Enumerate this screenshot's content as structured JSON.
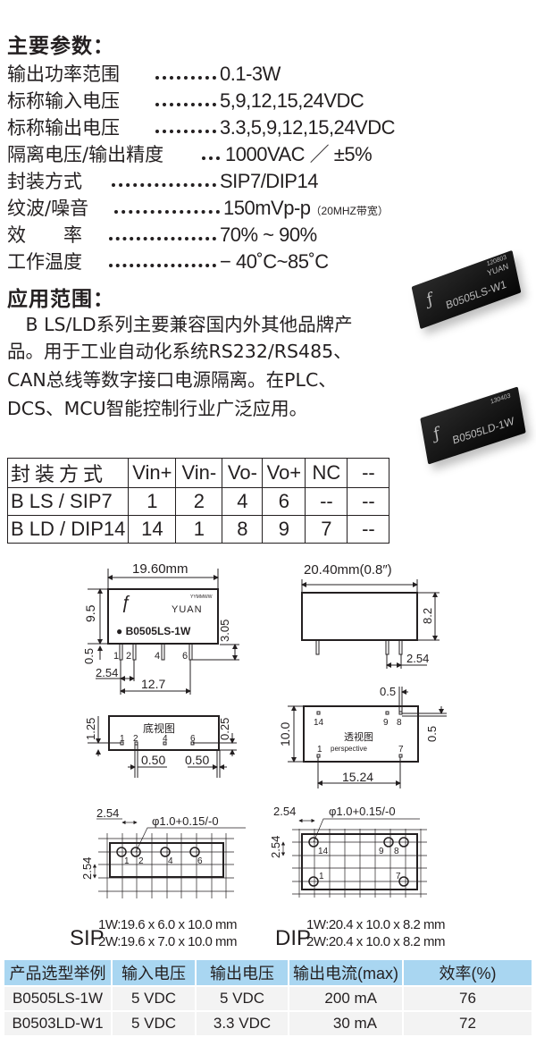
{
  "main_params": {
    "title": "主要参数：",
    "items": [
      {
        "label": "输出功率范围",
        "value": "0.1-3W"
      },
      {
        "label": "标称输入电压",
        "value": "5,9,12,15,24VDC"
      },
      {
        "label": "标称输出电压",
        "value": "3.3,5,9,12,15,24VDC"
      },
      {
        "label": "隔离电压/输出精度",
        "value": "1000VAC ／ ±5%"
      },
      {
        "label": "封装方式",
        "value": "SIP7/DIP14"
      },
      {
        "label": "纹波/噪音",
        "value": "150mVp-p",
        "note": "（20MHZ带宽）"
      },
      {
        "label": "效　　率",
        "value": "70% ~ 90%"
      },
      {
        "label": "工作温度",
        "value": "− 40˚C~85˚C"
      }
    ]
  },
  "application": {
    "title": "应用范围：",
    "lines": [
      "　B LS/LD系列主要兼容国内外其他品牌产",
      "品。用于工业自动化系统RS232/RS485、",
      "CAN总线等数字接口电源隔离。在PLC、",
      "DCS、MCU智能控制行业广泛应用。"
    ]
  },
  "photos": {
    "sip": {
      "date": "120803",
      "brand": "YUAN",
      "model": "B0505LS-W1"
    },
    "dip": {
      "date": "130403",
      "model": "B0505LD-1W"
    }
  },
  "pin_table": {
    "headers": [
      "封装方式",
      "Vin+",
      "Vin-",
      "Vo-",
      "Vo+",
      "NC",
      "--"
    ],
    "rows": [
      [
        "B LS / SIP7",
        "1",
        "2",
        "4",
        "6",
        "--",
        "--"
      ],
      [
        "B LD / DIP14",
        "14",
        "1",
        "8",
        "9",
        "7",
        "--"
      ]
    ]
  },
  "drawings": {
    "sip_front": {
      "width": "19.60mm",
      "height": "9.5",
      "pin_len": "3.05",
      "standoff": "0.5",
      "pitch": "2.54",
      "span": "12.7",
      "date_code": "YYMMWW",
      "brand": "YUAN",
      "model": "● B0505LS-1W",
      "pins": [
        "1",
        "2",
        "4",
        "6"
      ]
    },
    "dip_side": {
      "width": "20.40mm(0.8″)",
      "height": "8.2",
      "pitch": "2.54"
    },
    "sip_bottom": {
      "title": "底视图",
      "top": "1.25",
      "right": "0.25",
      "pin_w1": "0.50",
      "pin_w2": "0.50",
      "pins": [
        "1",
        "2",
        "4",
        "6"
      ]
    },
    "dip_top": {
      "title": "透视图",
      "subtitle": "perspective",
      "height": "10.0",
      "pin_w": "0.5",
      "pin_edge": "0.5",
      "span": "15.24",
      "pins": [
        "14",
        "9",
        "8",
        "1",
        "7"
      ]
    },
    "sip_footprint": {
      "pitch_x": "2.54",
      "pitch_y": "2.54",
      "hole": "φ1.0+0.15/-0",
      "pins": [
        "1",
        "2",
        "4",
        "6"
      ]
    },
    "dip_footprint": {
      "pitch_x": "2.54",
      "pitch_y": "2.54",
      "hole": "φ1.0+0.15/-0",
      "pins": [
        "14",
        "9",
        "8",
        "1",
        "7"
      ]
    }
  },
  "sizes": {
    "sip": {
      "label": "SIP",
      "w1": "1W:19.6 x 6.0 x 10.0 mm",
      "w2": "2W:19.6 x 7.0 x 10.0 mm"
    },
    "dip": {
      "label": "DIP",
      "w1": "1W:20.4 x 10.0 x 8.2 mm",
      "w2": "2W:20.4 x 10.0 x 8.2 mm"
    }
  },
  "selection_table": {
    "headers": [
      "产品选型举例",
      "输入电压",
      "输出电压",
      "输出电流(max)",
      "效率(%)"
    ],
    "rows": [
      [
        "B0505LS-1W",
        "5 VDC",
        "5 VDC",
        "200 mA",
        "76"
      ],
      [
        "B0503LD-W1",
        "5 VDC",
        "3.3 VDC",
        "30 mA",
        "72"
      ]
    ]
  }
}
